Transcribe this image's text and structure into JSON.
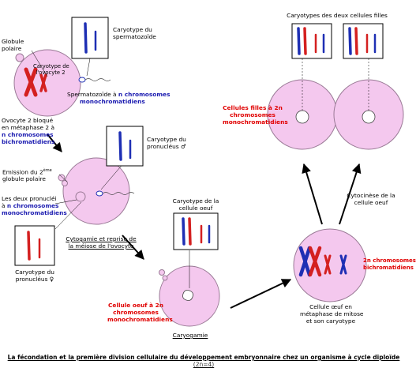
{
  "labels": {
    "globule_polaire": [
      "Globule",
      "polaire"
    ],
    "caryotype_ovocyte": [
      "Caryotype de",
      "l'ovocyte 2"
    ],
    "caryotype_spermatozoide": [
      "Caryotype du",
      "spermatozoïde"
    ],
    "spermatozoide_prefix": "Spermatozoïde à ",
    "spermatozoide_n": "n chromosomes",
    "spermatozoide_mono": "monochromatidiens",
    "ovocyte_bloque": [
      "Ovocyte 2 bloqué",
      "en métaphase 2 à"
    ],
    "ovocyte_n": "n chromosomes",
    "ovocyte_bichro": "bichromatidiens",
    "caryotype_pronucleus_male": [
      "Caryotype du",
      "pronucléus ♂"
    ],
    "emission": "Emission du 2",
    "emission_sup": "ème",
    "emission_line2": "globule polaire",
    "deux_pronuclei_l1": "Les deux pronucléi",
    "deux_pronuclei_prefix": "à ",
    "deux_pronuclei_n": "n chromosomes",
    "deux_pronuclei_mono": "monochromatidiens",
    "cytogamie": [
      "Cytogamie et reprise de",
      "la méiose de l'ovocyte"
    ],
    "caryotype_pronucleus_female": [
      "Caryotype du",
      "pronucléus ♀"
    ],
    "caryotype_cellule_oeuf": [
      "Caryotype de la",
      "cellule oeuf"
    ],
    "cellule_oeuf_2n": [
      "Cellule oeuf à 2n",
      "chromosomes",
      "monochromatidiens"
    ],
    "caryogamie": "Caryogamie",
    "caryotypes_filles": "Caryotypes des deux cellules filles",
    "cellules_filles": [
      "Cellules filles à 2n",
      "chromosomes",
      "monochromatidiens"
    ],
    "cytocinese": [
      "Cytocinèse de la",
      "cellule oeuf"
    ],
    "deux_n_bichro": [
      "2n chromosomes",
      "bichromatidiens"
    ],
    "cellule_metaphase": [
      "Cellule œuf en",
      "métaphase de mitose",
      "et son caryotype"
    ]
  },
  "caption": {
    "main": "La fécondation et la première division cellulaire du développement embryonnaire chez un organisme à cycle diploïde",
    "suffix": " (2n=4)"
  },
  "colors": {
    "cell_fill": "#f4c8ee",
    "cell_stroke": "#9a7a96",
    "paternal": "#1e2fb4",
    "maternal": "#d42020",
    "caption_accent": "#e00000"
  }
}
